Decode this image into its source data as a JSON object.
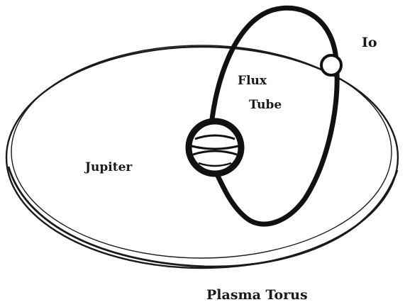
{
  "diagram": {
    "labels": {
      "io": "Io",
      "flux_tube_line1": "Flux",
      "flux_tube_line2": "Tube",
      "jupiter": "Jupiter",
      "plasma_torus": "Plasma Torus"
    },
    "colors": {
      "background": "#ffffff",
      "ink": "#1a1a1a"
    }
  }
}
